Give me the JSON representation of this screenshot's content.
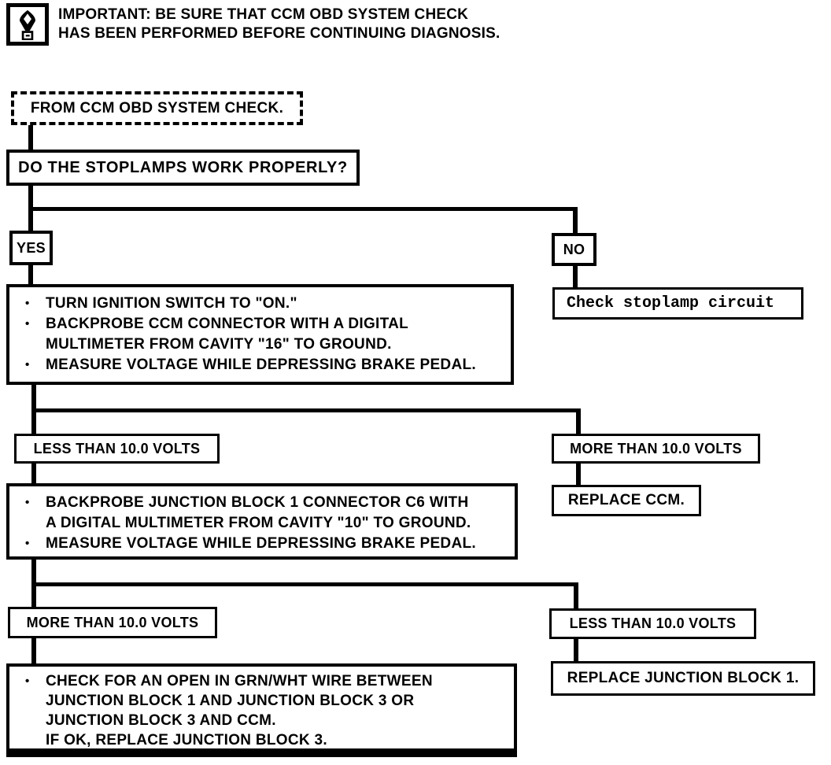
{
  "page": {
    "background": "#ffffff",
    "ink": "#000000"
  },
  "notice": {
    "icon": "important-exclamation-icon",
    "lines": [
      "IMPORTANT: BE SURE THAT CCM OBD SYSTEM CHECK",
      "HAS BEEN PERFORMED BEFORE CONTINUING DIAGNOSIS."
    ]
  },
  "flowchart": {
    "entry_label": "FROM CCM OBD SYSTEM CHECK.",
    "question": "DO THE STOPLAMPS WORK PROPERLY?",
    "branch1": {
      "yes": "YES",
      "no": "NO",
      "no_action": "Check stoplamp circuit"
    },
    "step1": {
      "lines": [
        {
          "bullet": "•",
          "text": "TURN IGNITION SWITCH TO \"ON.\""
        },
        {
          "bullet": "•",
          "text": "BACKPROBE CCM CONNECTOR WITH A DIGITAL"
        },
        {
          "bullet": "",
          "text": "MULTIMETER FROM CAVITY \"16\" TO GROUND."
        },
        {
          "bullet": "•",
          "text": "MEASURE VOLTAGE WHILE DEPRESSING BRAKE PEDAL."
        }
      ]
    },
    "branch2": {
      "left": "LESS THAN 10.0 VOLTS",
      "right": "MORE THAN 10.0 VOLTS",
      "right_action": "REPLACE CCM."
    },
    "step2": {
      "lines": [
        {
          "bullet": "•",
          "text": "BACKPROBE JUNCTION BLOCK 1 CONNECTOR C6 WITH"
        },
        {
          "bullet": "",
          "text": "A DIGITAL MULTIMETER FROM CAVITY \"10\" TO GROUND."
        },
        {
          "bullet": "•",
          "text": "MEASURE VOLTAGE WHILE DEPRESSING BRAKE PEDAL."
        }
      ]
    },
    "branch3": {
      "left": "MORE THAN 10.0 VOLTS",
      "right": "LESS THAN 10.0 VOLTS",
      "right_action": "REPLACE JUNCTION BLOCK 1."
    },
    "step3": {
      "lines": [
        {
          "bullet": "•",
          "text": "CHECK FOR AN OPEN IN GRN/WHT WIRE BETWEEN"
        },
        {
          "bullet": "",
          "text": "JUNCTION BLOCK 1 AND JUNCTION BLOCK 3 OR"
        },
        {
          "bullet": "",
          "text": "JUNCTION BLOCK 3 AND CCM."
        },
        {
          "bullet": "",
          "text": "IF OK, REPLACE JUNCTION BLOCK 3."
        }
      ]
    }
  }
}
